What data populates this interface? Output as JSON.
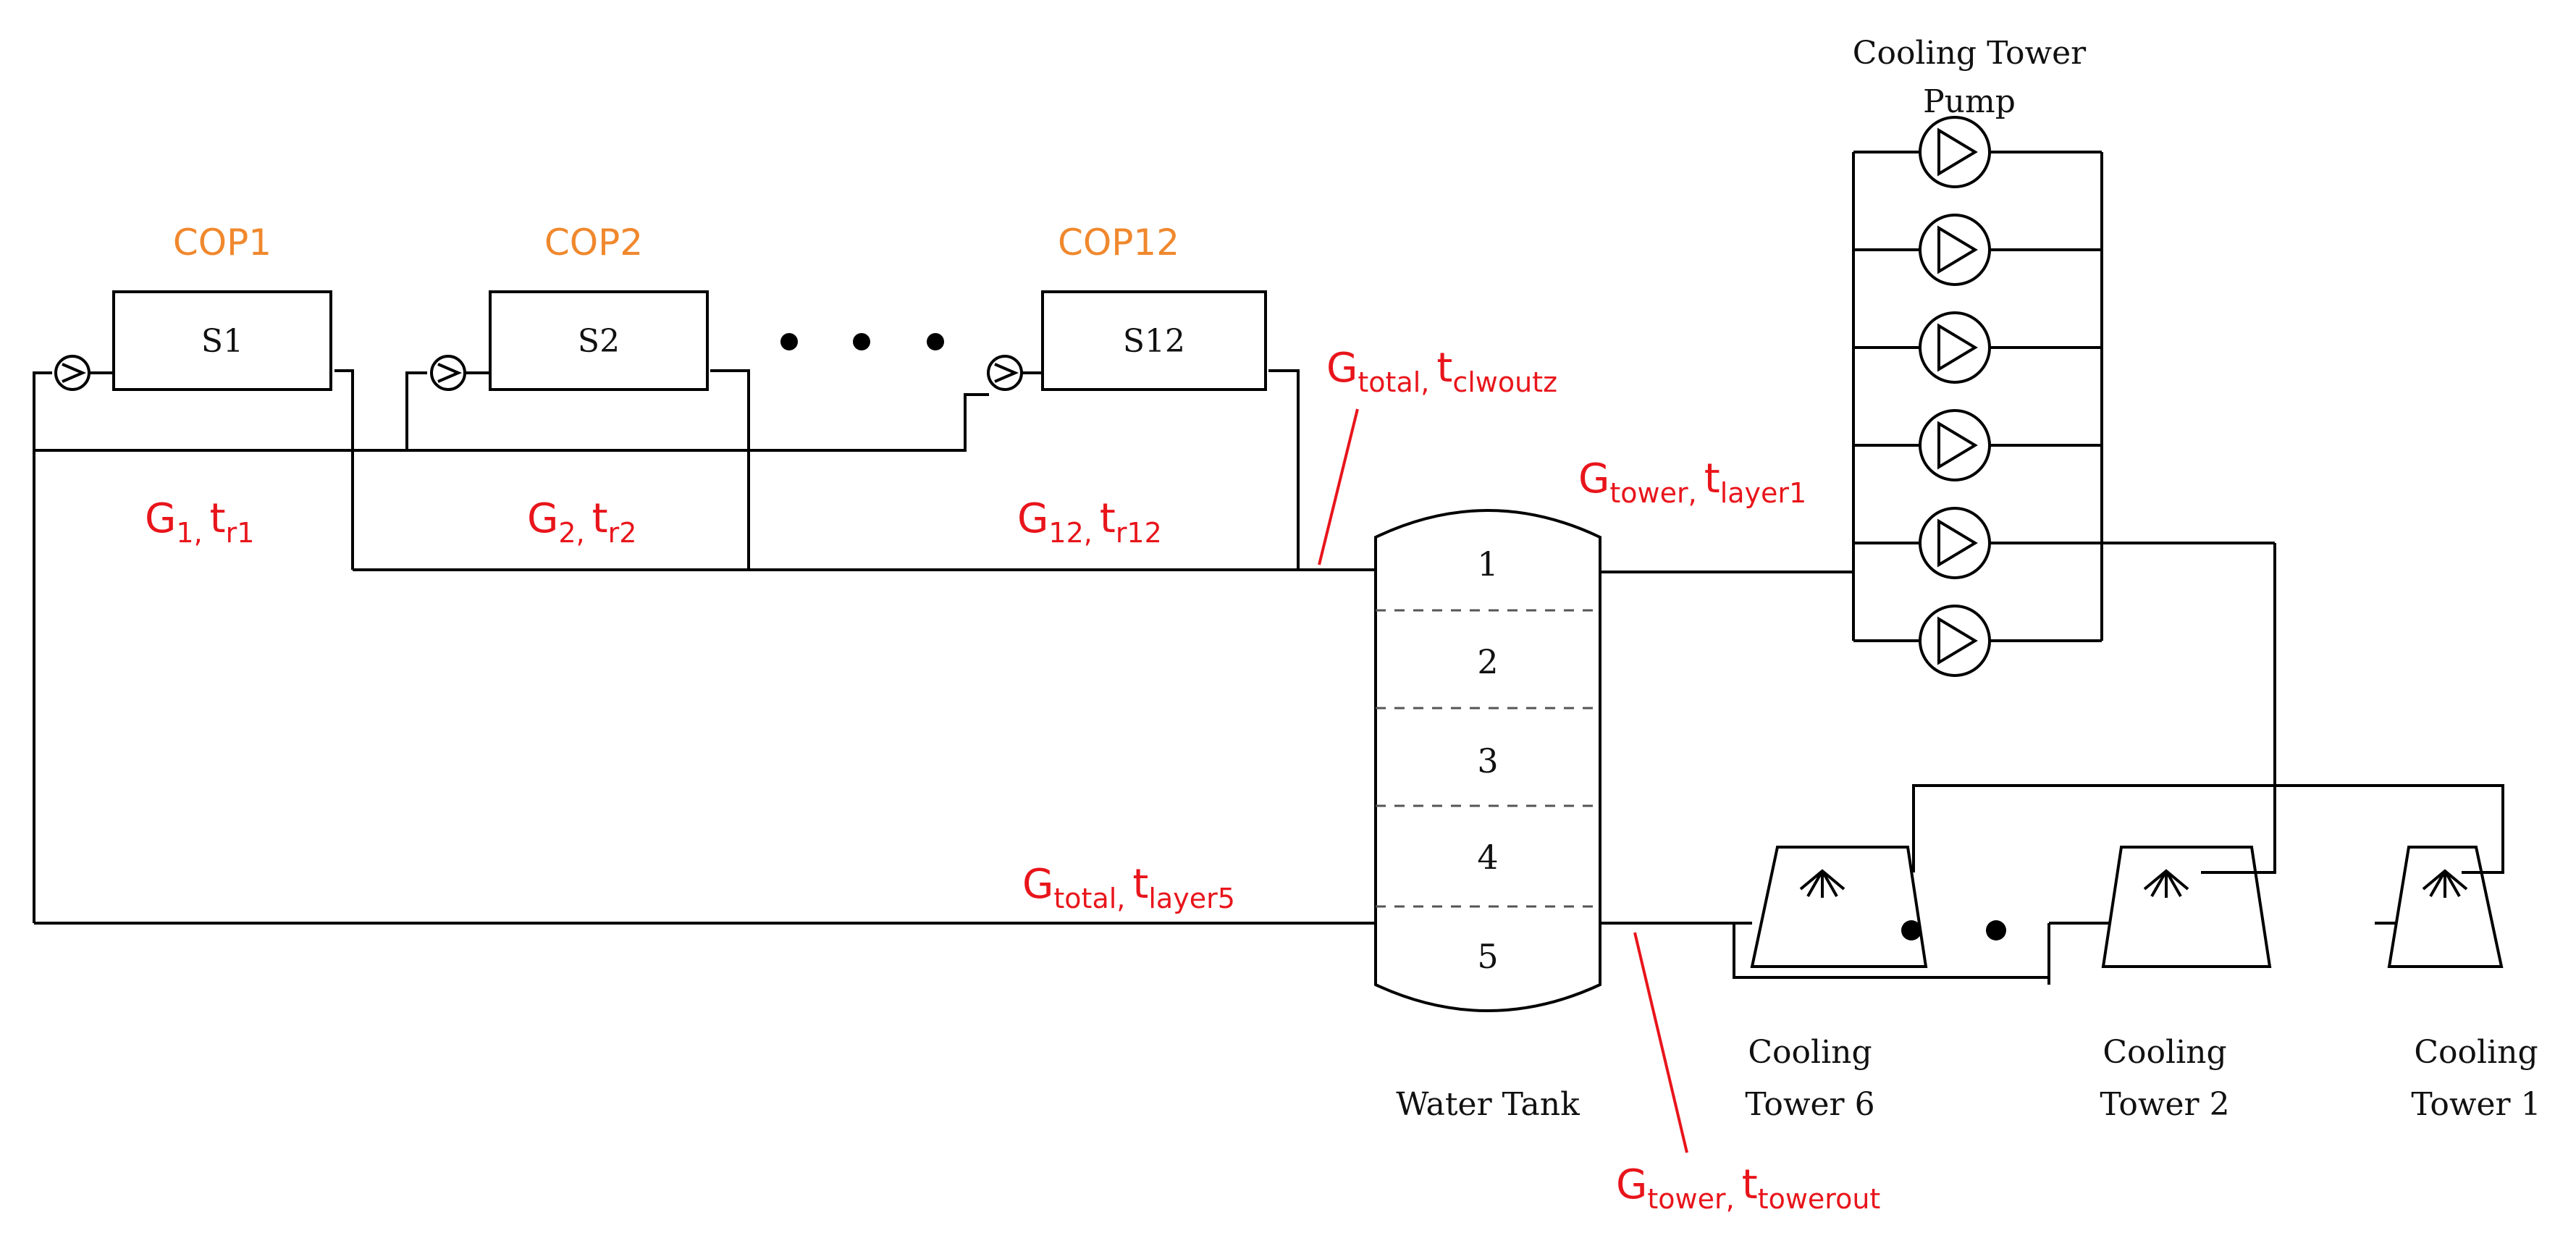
{
  "chillers": [
    {
      "name": "S1",
      "cop": "COP1",
      "flow_g": "G",
      "flow_g_sub": "1,",
      "flow_t": "t",
      "flow_t_sub": "r1"
    },
    {
      "name": "S2",
      "cop": "COP2",
      "flow_g": "G",
      "flow_g_sub": "2,",
      "flow_t": "t",
      "flow_t_sub": "r2"
    },
    {
      "name": "S12",
      "cop": "COP12",
      "flow_g": "G",
      "flow_g_sub": "12,",
      "flow_t": "t",
      "flow_t_sub": "r12"
    }
  ],
  "flows": {
    "total_out": {
      "g": "G",
      "g_sub": "total,",
      "t": "t",
      "t_sub": "clwoutz"
    },
    "tower_in": {
      "g": "G",
      "g_sub": "tower,",
      "t": "t",
      "t_sub": "layer1"
    },
    "total_return": {
      "g": "G",
      "g_sub": "total,",
      "t": "t",
      "t_sub": "layer5"
    },
    "tower_out": {
      "g": "G",
      "g_sub": "tower,",
      "t": "t",
      "t_sub": "towerout"
    }
  },
  "tank": {
    "label": "Water Tank",
    "layers": [
      "1",
      "2",
      "3",
      "4",
      "5"
    ]
  },
  "pumps": {
    "label_line1": "Cooling Tower",
    "label_line2": "Pump",
    "count": 6
  },
  "towers": [
    {
      "label_line1": "Cooling",
      "label_line2": "Tower 6"
    },
    {
      "label_line1": "Cooling",
      "label_line2": "Tower 2"
    },
    {
      "label_line1": "Cooling",
      "label_line2": "Tower 1"
    }
  ]
}
